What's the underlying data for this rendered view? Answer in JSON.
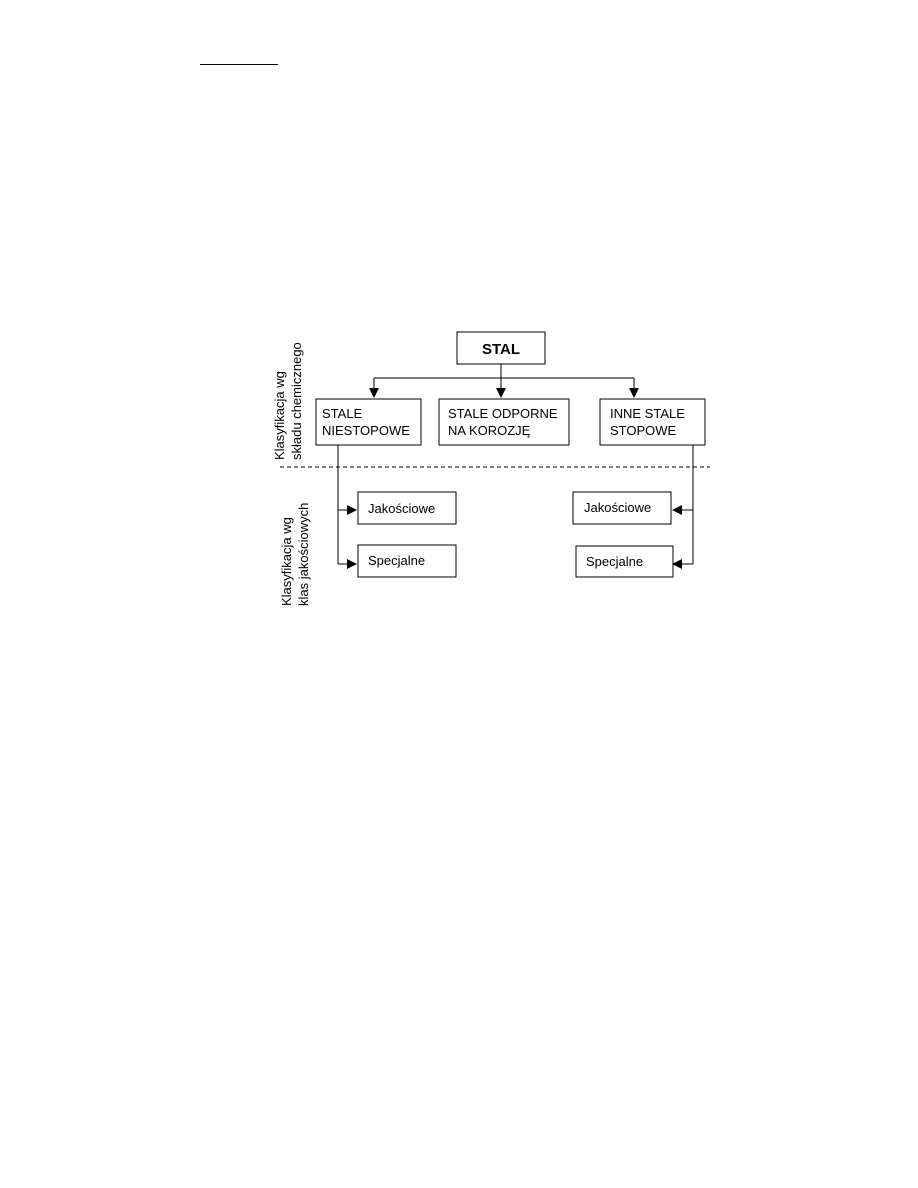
{
  "diagram": {
    "root": {
      "label": "STAL"
    },
    "side_labels": {
      "chemical": [
        "Klasyfikacja wg",
        "składu chemicznego"
      ],
      "quality": [
        "Klasyfikacja wg",
        "klas jakościowych"
      ]
    },
    "categories": {
      "non_alloy": [
        "STALE",
        "NIESTOPOWE"
      ],
      "stainless": [
        "STALE ODPORNE",
        "NA KOROZJĘ"
      ],
      "other_alloy": [
        "INNE STALE",
        "STOPOWE"
      ]
    },
    "non_alloy_classes": {
      "quality": "Jakościowe",
      "special": "Specjalne"
    },
    "other_alloy_classes": {
      "quality": "Jakościowe",
      "special": "Specjalne"
    }
  }
}
